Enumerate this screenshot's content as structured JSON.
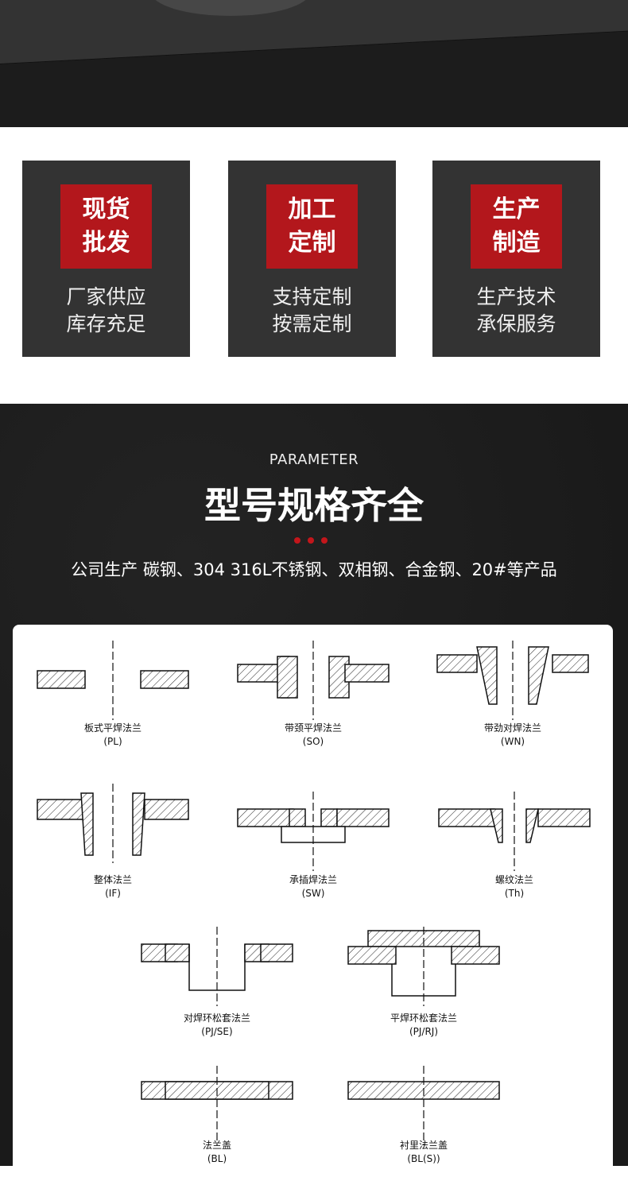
{
  "features": [
    {
      "tag": [
        "现货",
        "批发"
      ],
      "desc": [
        "厂家供应",
        "库存充足"
      ]
    },
    {
      "tag": [
        "加工",
        "定制"
      ],
      "desc": [
        "支持定制",
        "按需定制"
      ]
    },
    {
      "tag": [
        "生产",
        "制造"
      ],
      "desc": [
        "生产技术",
        "承保服务"
      ]
    }
  ],
  "section": {
    "eyebrow": "PARAMETER",
    "title": "型号规格齐全",
    "subtitle": "公司生产 碳钢、304 316L不锈钢、双相钢、合金钢、20#等产品"
  },
  "accent": "#b3171c",
  "flanges": [
    {
      "name": "板式平焊法兰",
      "code": "(PL)"
    },
    {
      "name": "带颈平焊法兰",
      "code": "(SO)"
    },
    {
      "name": "带劲对焊法兰",
      "code": "(WN)"
    },
    {
      "name": "整体法兰",
      "code": "(IF)"
    },
    {
      "name": "承插焊法兰",
      "code": "(SW)"
    },
    {
      "name": "螺纹法兰",
      "code": "(Th)"
    },
    {
      "name": "对焊环松套法兰",
      "code": "(PJ/SE)"
    },
    {
      "name": "平焊环松套法兰",
      "code": "(PJ/RJ)"
    },
    {
      "name": "法兰盖",
      "code": "(BL)"
    },
    {
      "name": "衬里法兰盖",
      "code": "(BL(S))"
    }
  ]
}
